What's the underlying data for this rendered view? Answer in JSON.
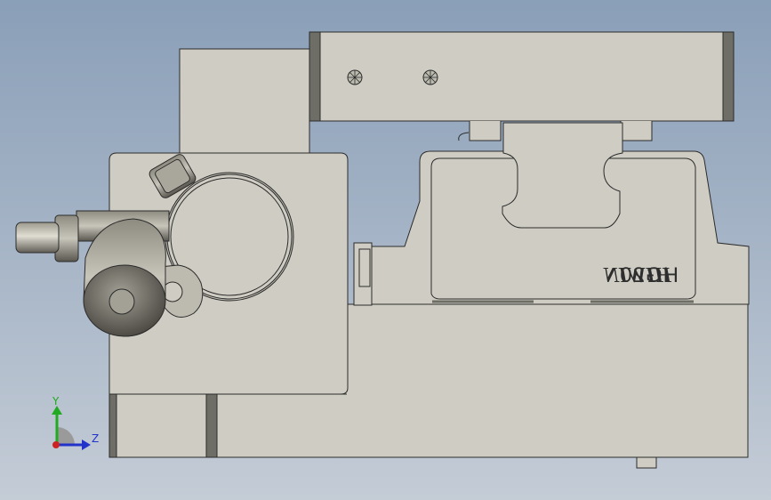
{
  "viewport": {
    "background_top": "#8a9fb8",
    "background_bottom": "#c4ccd6"
  },
  "model": {
    "part_fill": "#cfcdc3",
    "edge_color": "#2b2b2b",
    "shaded_fill": "#6e6d66",
    "cylinder_fill": "#7d7b70",
    "carriage_brand": "HIWIN",
    "carriage_model": "HG20",
    "text_mirrored": true
  },
  "triad": {
    "y_label": "Y",
    "z_label": "Z",
    "y_color": "#22aa22",
    "z_color": "#2233cc",
    "x_color": "#cc2222"
  }
}
